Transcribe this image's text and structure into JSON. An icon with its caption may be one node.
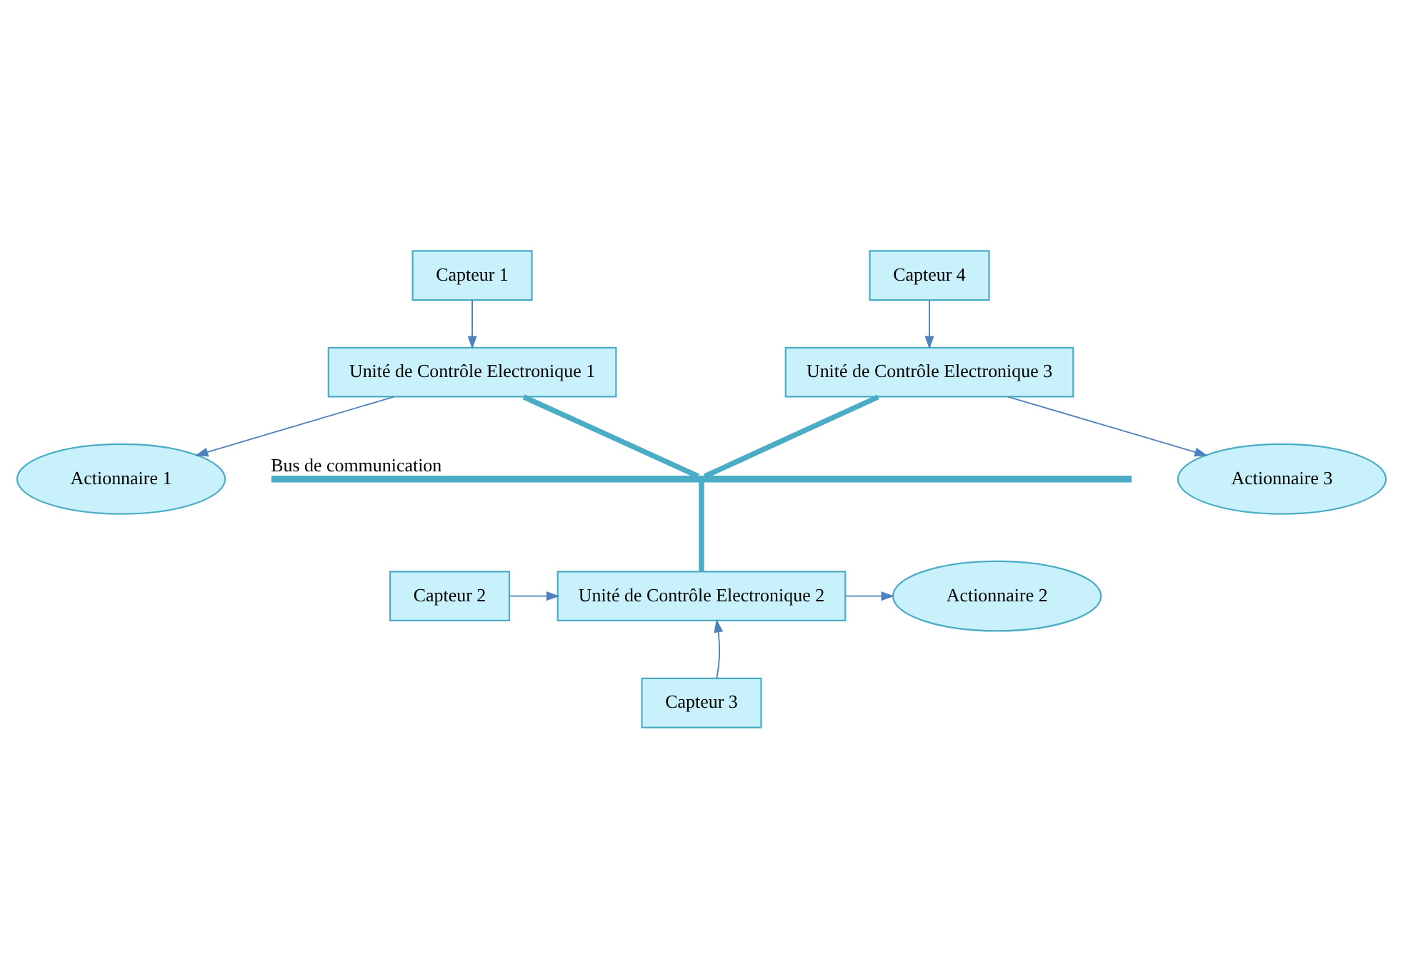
{
  "diagram": {
    "nodes": [
      {
        "text": [
          "Capteur 1"
        ]
      },
      {
        "text": [
          "Unité de Contrôle Electronique 1"
        ]
      },
      {
        "text": [
          "Capteur 4"
        ]
      },
      {
        "text": [
          "Unité de Contrôle Electronique 3"
        ]
      },
      {
        "text": [
          "Actionnaire 1"
        ]
      },
      {
        "text": [
          "Actionnaire 3"
        ]
      },
      {
        "text": [],
        "shape": "bar",
        "beside": [
          "Bus de communication"
        ]
      },
      {
        "text": [
          "Capteur 2"
        ]
      },
      {
        "text": [
          "Unité de Contrôle Electronique 2"
        ]
      },
      {
        "text": [
          "Actionnaire 2"
        ]
      },
      {
        "text": [
          "Capteur 3"
        ]
      }
    ],
    "edges": [
      {
        "from": 0,
        "to": 1,
        "arrow": "to"
      },
      {
        "from": 2,
        "to": 3,
        "arrow": "to"
      },
      {
        "from": 1,
        "to": 4,
        "arrow": "to"
      },
      {
        "from": 3,
        "to": 5,
        "arrow": "to"
      },
      {
        "from": 1,
        "to": 6,
        "arrow": "none",
        "style": "thick",
        "color": "#4bacc6"
      },
      {
        "from": 3,
        "to": 6,
        "arrow": "none",
        "style": "thick",
        "color": "#4bacc6"
      },
      {
        "from": 6,
        "to": 8,
        "arrow": "none",
        "style": "thick",
        "color": "#4bacc6"
      },
      {
        "from": 7,
        "to": 8,
        "arrow": "to"
      },
      {
        "from": 8,
        "to": 9,
        "arrow": "to"
      },
      {
        "from": 10,
        "to": 8,
        "arrow": "to"
      }
    ]
  }
}
